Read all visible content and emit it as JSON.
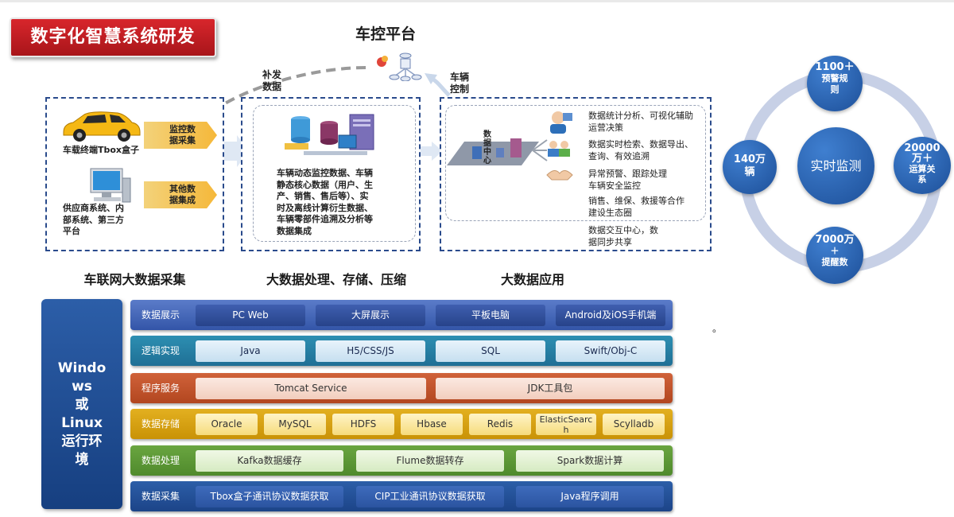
{
  "title": "数字化智慧系统研发",
  "platform": {
    "title": "车控平台",
    "left_arrow_label": [
      "补发",
      "数据"
    ],
    "right_arrow_label": [
      "车辆",
      "控制"
    ]
  },
  "collection": {
    "car_label": "车载终端Tbox盒子",
    "tag1": [
      "监控数",
      "据采集"
    ],
    "computer_label": [
      "供应商系统、内",
      "部系统、第三方",
      "平台"
    ],
    "tag2": [
      "其他数",
      "据集成"
    ],
    "section_label": "车联网大数据采集"
  },
  "processing": {
    "text": [
      "车辆动态监控数据、车辆",
      "静态核心数据（用户、生",
      "产、销售、售后等）、实",
      "时及离线计算衍生数据、",
      "车辆零部件追溯及分析等",
      "数据集成"
    ],
    "section_label": "大数据处理、存储、压缩"
  },
  "application": {
    "center_label": [
      "数",
      "据",
      "中",
      "心"
    ],
    "items": [
      [
        "数据统计分析、可视化辅助",
        "运营决策"
      ],
      [
        "数据实时检索、数据导出、",
        "查询、有效追溯"
      ],
      [
        "异常预警、跟踪处理",
        "车辆安全监控"
      ],
      [
        "销售、维保、救援等合作",
        "建设生态圈"
      ],
      [
        "数据交互中心，数",
        "据同步共享"
      ]
    ],
    "section_label": "大数据应用"
  },
  "monitor": {
    "center": "实时监测",
    "top": [
      "1100＋",
      "预警规",
      "则"
    ],
    "left": [
      "140万",
      "辆"
    ],
    "right": [
      "20000",
      "万＋",
      "运算关",
      "系"
    ],
    "bottom": [
      "7000万",
      "＋",
      "提醒数"
    ]
  },
  "stack": {
    "sidebar": [
      "Windo",
      "ws",
      "或",
      "Linux",
      "运行环",
      "境"
    ],
    "rows": [
      {
        "label": "数据展示",
        "cells": [
          "PC Web",
          "大屏展示",
          "平板电脑",
          "Android及iOS手机端"
        ]
      },
      {
        "label": "逻辑实现",
        "cells": [
          "Java",
          "H5/CSS/JS",
          "SQL",
          "Swift/Obj-C"
        ]
      },
      {
        "label": "程序服务",
        "cells": [
          "Tomcat Service",
          "JDK工具包"
        ]
      },
      {
        "label": "数据存储",
        "cells": [
          "Oracle",
          "MySQL",
          "HDFS",
          "Hbase",
          "Redis",
          "ElasticSearch",
          "Scylladb"
        ]
      },
      {
        "label": "数据处理",
        "cells": [
          "Kafka数据缓存",
          "Flume数据转存",
          "Spark数据计算"
        ]
      },
      {
        "label": "数据采集",
        "cells": [
          "Tbox盒子通讯协议数据获取",
          "CIP工业通讯协议数据获取",
          "Java程序调用"
        ]
      }
    ]
  },
  "stray_mark": "。",
  "colors": {
    "banner": "#c8161d",
    "navy": "#2a4b8c",
    "ring": "#c7d0e6",
    "bubble": "#2a63b4"
  }
}
